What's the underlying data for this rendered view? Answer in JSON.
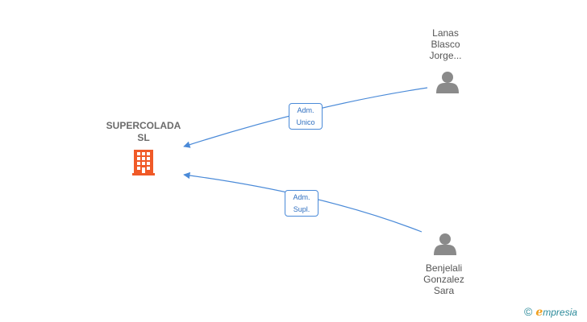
{
  "company": {
    "name_line1": "SUPERCOLADA",
    "name_line2": "SL",
    "icon": "building-icon",
    "color": "#f05a28"
  },
  "people": [
    {
      "line1": "Lanas",
      "line2": "Blasco",
      "line3": "Jorge...",
      "icon": "person-icon"
    },
    {
      "line1": "Benjelali",
      "line2": "Gonzalez",
      "line3": "Sara",
      "icon": "person-icon"
    }
  ],
  "relations": [
    {
      "line1": "Adm.",
      "line2": "Unico"
    },
    {
      "line1": "Adm.",
      "line2": "Supl."
    }
  ],
  "colors": {
    "edge": "#4a8ad8",
    "person": "#8a8a8a"
  },
  "brand": {
    "copyright": "©",
    "e": "e",
    "rest": "mpresia"
  }
}
